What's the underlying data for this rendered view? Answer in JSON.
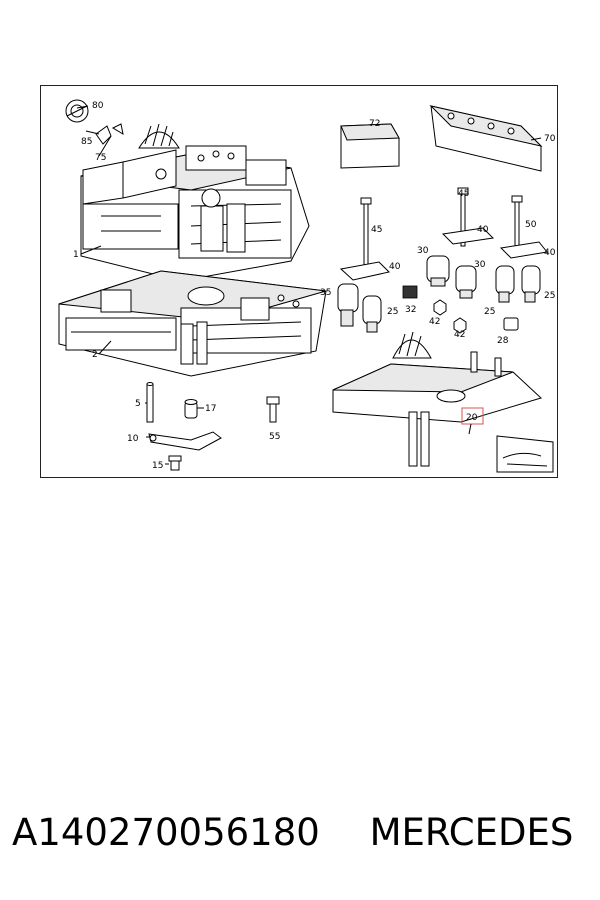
{
  "callouts": [
    {
      "id": "80",
      "label": "80"
    },
    {
      "id": "85",
      "label": "85"
    },
    {
      "id": "75",
      "label": "75"
    },
    {
      "id": "1",
      "label": "1"
    },
    {
      "id": "2",
      "label": "2"
    },
    {
      "id": "5",
      "label": "5"
    },
    {
      "id": "17",
      "label": "17"
    },
    {
      "id": "10",
      "label": "10"
    },
    {
      "id": "15",
      "label": "15"
    },
    {
      "id": "55",
      "label": "55"
    },
    {
      "id": "72",
      "label": "72"
    },
    {
      "id": "70",
      "label": "70"
    },
    {
      "id": "45a",
      "label": "45"
    },
    {
      "id": "45b",
      "label": "45"
    },
    {
      "id": "40a",
      "label": "40"
    },
    {
      "id": "40b",
      "label": "40"
    },
    {
      "id": "40c",
      "label": "40"
    },
    {
      "id": "50",
      "label": "50"
    },
    {
      "id": "30a",
      "label": "30"
    },
    {
      "id": "30b",
      "label": "30"
    },
    {
      "id": "35",
      "label": "35"
    },
    {
      "id": "25a",
      "label": "25"
    },
    {
      "id": "25b",
      "label": "25"
    },
    {
      "id": "25c",
      "label": "25"
    },
    {
      "id": "32",
      "label": "32"
    },
    {
      "id": "42a",
      "label": "42"
    },
    {
      "id": "42b",
      "label": "42"
    },
    {
      "id": "28",
      "label": "28"
    },
    {
      "id": "20",
      "label": "20"
    }
  ],
  "highlight_color": "#d9534f",
  "footer": {
    "part_number": "A140270056180",
    "brand": "MERCEDES"
  }
}
